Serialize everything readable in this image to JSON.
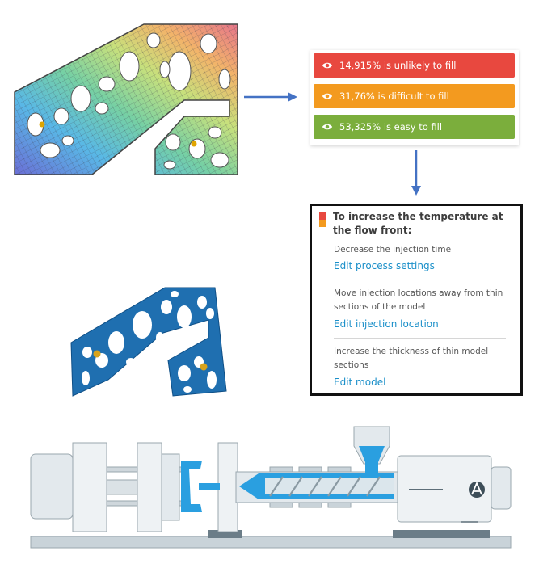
{
  "fill_status": [
    {
      "label": "14,915% is unlikely to fill",
      "color": "#e8483f",
      "icon": "eye-icon"
    },
    {
      "label": "31,76% is difficult to fill",
      "color": "#f39a1f",
      "icon": "eye-icon"
    },
    {
      "label": "53,325% is easy to fill",
      "color": "#7bae3c",
      "icon": "eye-icon"
    }
  ],
  "advice": {
    "title": "To increase the temperature at the flow front:",
    "legend_colors": [
      "#e8483f",
      "#f39a1f"
    ],
    "items": [
      {
        "text": "Decrease the injection time",
        "link": "Edit process settings"
      },
      {
        "text": "Move injection locations away from thin sections of the model",
        "link": "Edit injection location"
      },
      {
        "text": "Increase the thickness of thin model sections",
        "link": "Edit model"
      }
    ]
  },
  "colors": {
    "arrow": "#4472c4",
    "part_blue": "#1f6fb0",
    "machine_blue": "#2a9fe0",
    "machine_gray": "#dfe6ea"
  },
  "icons": {
    "brand": "autodesk-logo-icon"
  }
}
